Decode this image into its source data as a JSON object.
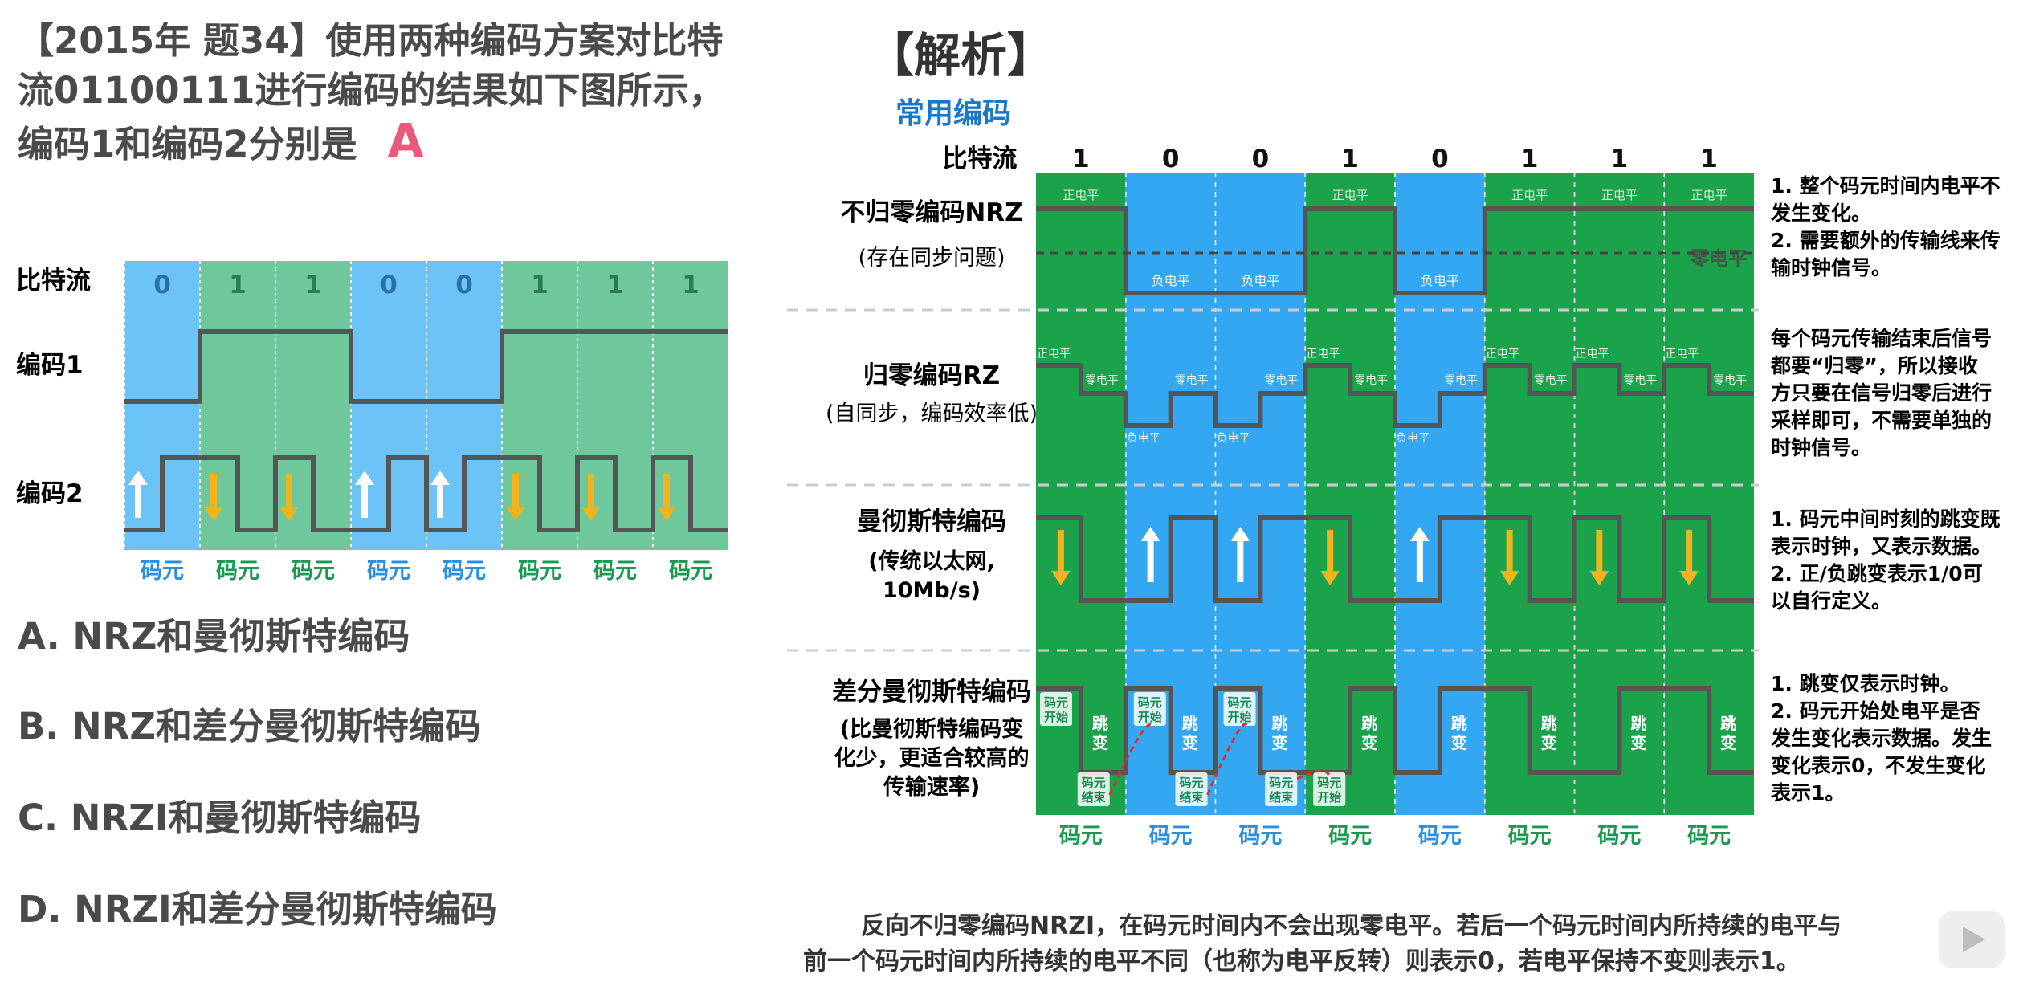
{
  "question": {
    "line1": "【2015年 题34】使用两种编码方案对比特",
    "line2": "流01100111进行编码的结果如下图所示，",
    "line3": "编码1和编码2分别是",
    "answer": "A"
  },
  "left_diagram": {
    "bit_label": "比特流",
    "bits": [
      "0",
      "1",
      "1",
      "0",
      "0",
      "1",
      "1",
      "1"
    ],
    "row1_label": "编码1",
    "row2_label": "编码2",
    "symbol_label": "码元"
  },
  "options": [
    "A. NRZ和曼彻斯特编码",
    "B. NRZ和差分曼彻斯特编码",
    "C. NRZI和曼彻斯特编码",
    "D. NRZI和差分曼彻斯特编码"
  ],
  "analysis": {
    "header": "【解析】",
    "subtitle": "常用编码",
    "bit_label": "比特流",
    "bits": [
      "1",
      "0",
      "0",
      "1",
      "0",
      "1",
      "1",
      "1"
    ],
    "symbol_label": "码元",
    "pos_level": "正电平",
    "neg_level": "负电平",
    "zero_level": "零电平",
    "rows": [
      {
        "name": "不归零编码NRZ",
        "sub": [
          "(存在同步问题)"
        ],
        "note": [
          "1. 整个码元时间内电平不",
          "发生变化。",
          "2. 需要额外的传输线来传",
          "输时钟信号。"
        ]
      },
      {
        "name": "归零编码RZ",
        "sub": [
          "(自同步，编码效率低)"
        ],
        "note": [
          "每个码元传输结束后信号",
          "都要“归零”，所以接收",
          "方只要在信号归零后进行",
          "采样即可，不需要单独的",
          "时钟信号。"
        ]
      },
      {
        "name": "曼彻斯特编码",
        "sub": [
          "(传统以太网,",
          "10Mb/s)"
        ],
        "note": [
          "1. 码元中间时刻的跳变既",
          "表示时钟，又表示数据。",
          "2. 正/负跳变表示1/0可",
          "以自行定义。"
        ]
      },
      {
        "name": "差分曼彻斯特编码",
        "sub": [
          "(比曼彻斯特编码变",
          "化少，更适合较高的",
          "传输速率)"
        ],
        "note": [
          "1. 跳变仅表示时钟。",
          "2. 码元开始处电平是否",
          "发生变化表示数据。发生",
          "变化表示0，不发生变化",
          "表示1。"
        ]
      }
    ],
    "tiny": {
      "start": [
        "码元",
        "开始"
      ],
      "end": [
        "码元",
        "结束"
      ],
      "jump": [
        "跳",
        "变"
      ]
    }
  },
  "bottom_text": {
    "line1": "反向不归零编码NRZI，在码元时间内不会出现零电平。若后一个码元时间内所持续的电平与",
    "line2": "前一个码元时间内所持续的电平不同（也称为电平反转）则表示0，若电平保持不变则表示1。"
  },
  "colors": {
    "green": "#1aa34a",
    "blue": "#33a7f2",
    "lightgreen": "#6ec89c",
    "lightblue": "#6cc3f7",
    "signal": "#555555",
    "arrow_down": "#f2b31c",
    "accent": "#e8446d"
  }
}
